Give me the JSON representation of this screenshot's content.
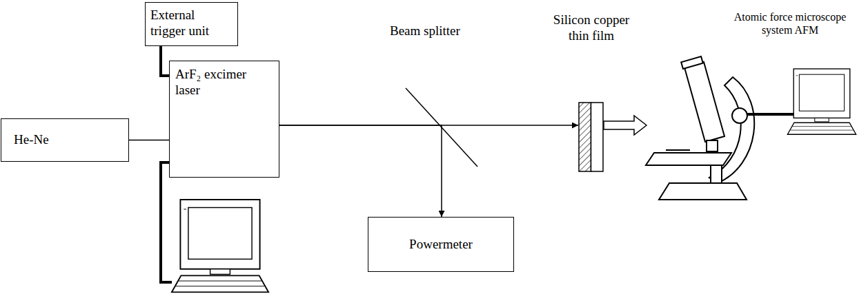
{
  "diagram": {
    "nodes": [
      {
        "text": [
          "External trigger unit"
        ]
      },
      {
        "text": [
          "He-Ne"
        ]
      },
      {
        "text": [
          "ArF₂ excimer laser"
        ]
      },
      {
        "text": [
          "Powermeter"
        ]
      },
      {
        "text": [
          "Silicon copper thin film"
        ]
      },
      {
        "text": [
          "Atomic force microscope system AFM"
        ]
      }
    ],
    "edges": [
      {
        "from": 0,
        "to": 2,
        "arrow": "none"
      },
      {
        "from": 1,
        "to": 2,
        "arrow": "none"
      },
      {
        "from": 2,
        "to": 4,
        "arrow": "to"
      },
      {
        "from": 2,
        "to": 3,
        "arrow": "to"
      },
      {
        "from": 4,
        "to": 5,
        "arrow": "to"
      }
    ],
    "labels": [
      "Beam splitter"
    ]
  }
}
